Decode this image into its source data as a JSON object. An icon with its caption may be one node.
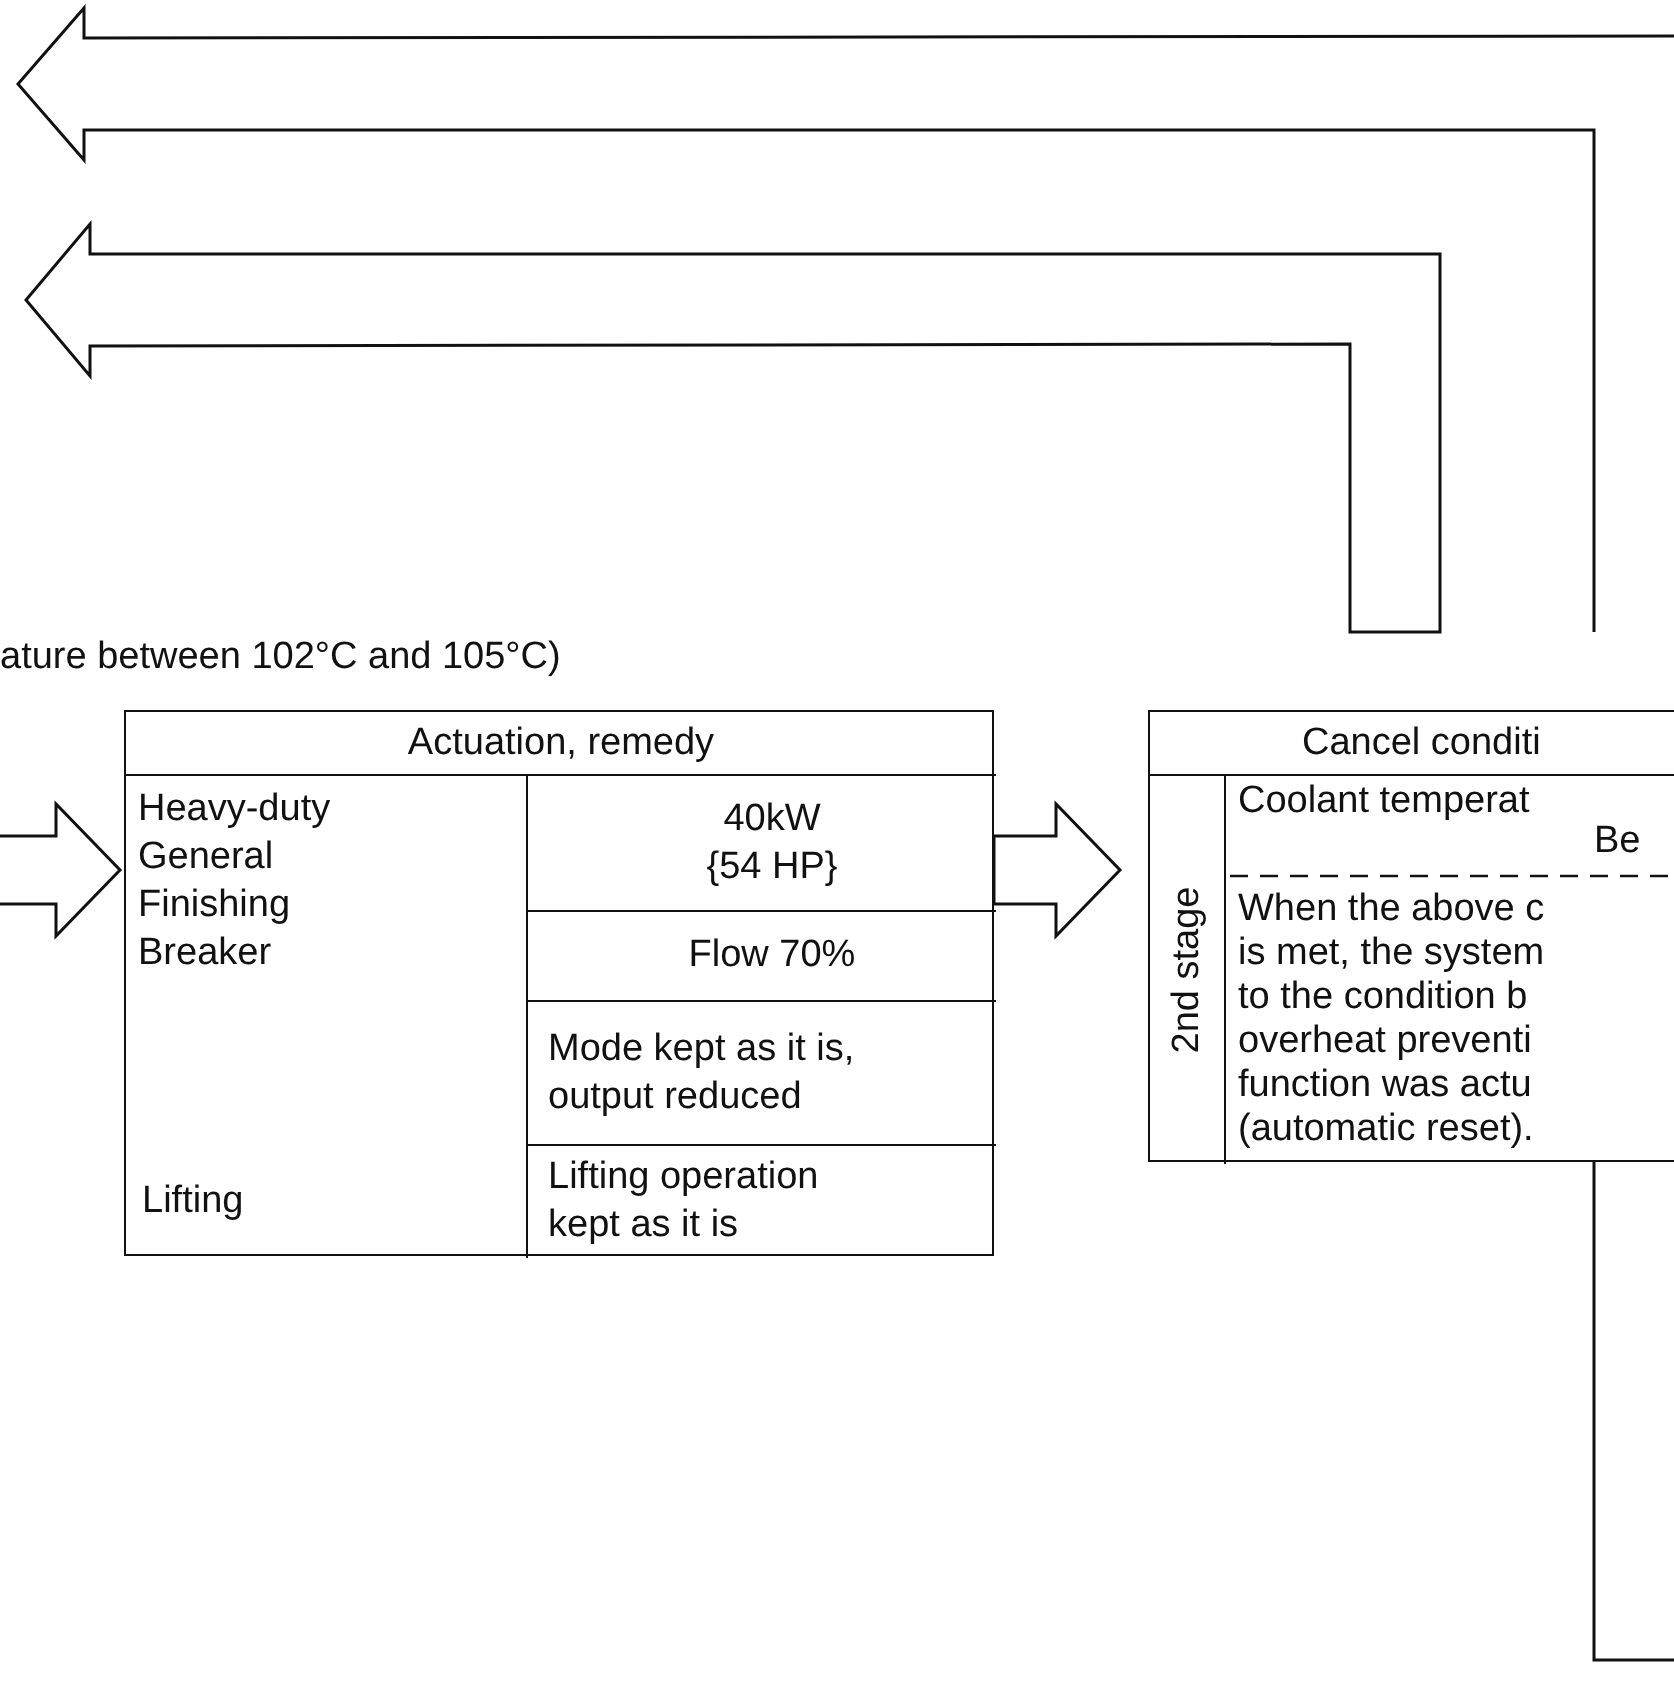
{
  "diagram": {
    "nodes": [
      {
        "text": [
          "Actuation, remedy",
          "Heavy-duty",
          "General",
          "Finishing",
          "Breaker",
          "40kW {54 HP}",
          "Flow 70%",
          "Mode kept as it is, output reduced",
          "Lifting",
          "Lifting operation kept as it is"
        ]
      },
      {
        "text": [
          "Cancel conditi",
          "2nd stage",
          "Coolant temperat",
          "Be",
          "When the above c",
          "is met, the system",
          "to the condition b",
          "overheat preventi",
          "function was actu",
          "(automatic reset)."
        ]
      }
    ],
    "edges": [
      {
        "from": null,
        "to": 0,
        "arrow": "to"
      },
      {
        "from": 0,
        "to": 1,
        "arrow": "to"
      }
    ],
    "labels": [
      "ature between 102°C and 105°C)"
    ]
  }
}
